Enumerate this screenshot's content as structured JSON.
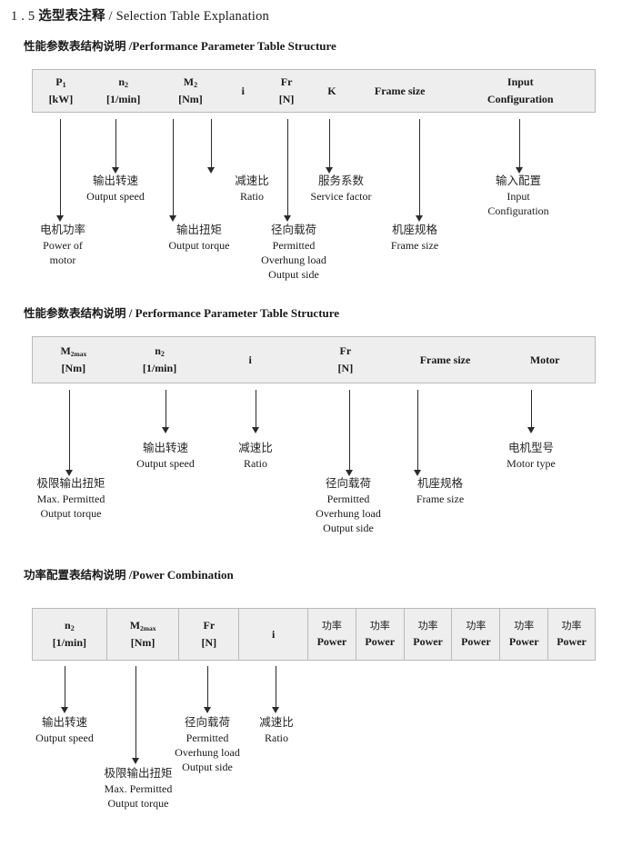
{
  "document": {
    "section_number": "1 . 5",
    "title_cn": "选型表注释",
    "title_sep": "/",
    "title_en": "Selection Table Explanation"
  },
  "sections": [
    {
      "heading_cn": "性能参数表结构说明",
      "heading_sep": "/",
      "heading_en": "Performance Parameter Table Structure",
      "table": {
        "ruled": false,
        "columns": [
          {
            "symbol": "P",
            "sub": "1",
            "unit": "[kW]"
          },
          {
            "symbol": "n",
            "sub": "2",
            "unit": "[1/min]"
          },
          {
            "symbol": "M",
            "sub": "2",
            "unit": "[Nm]"
          },
          {
            "symbol": "i",
            "sub": "",
            "unit": ""
          },
          {
            "symbol": "Fr",
            "sub": "",
            "unit": "[N]"
          },
          {
            "symbol": "K",
            "sub": "",
            "unit": ""
          },
          {
            "symbol": "Frame size",
            "sub": "",
            "unit": ""
          },
          {
            "symbol": "Input",
            "sub": "",
            "unit": "Configuration"
          }
        ]
      },
      "annotations": [
        {
          "cn": "电机功率",
          "en": [
            "Power of",
            "motor"
          ]
        },
        {
          "cn": "输出转速",
          "en": [
            "Output speed"
          ]
        },
        {
          "cn": "输出扭矩",
          "en": [
            "Output torque"
          ]
        },
        {
          "cn": "减速比",
          "en": [
            "Ratio"
          ]
        },
        {
          "cn": "径向载荷",
          "en": [
            "Permitted",
            "Overhung load",
            "Output side"
          ]
        },
        {
          "cn": "服务系数",
          "en": [
            "Service factor"
          ]
        },
        {
          "cn": "机座规格",
          "en": [
            "Frame size"
          ]
        },
        {
          "cn": "输入配置",
          "en": [
            "Input",
            "Configuration"
          ]
        }
      ]
    },
    {
      "heading_cn": "性能参数表结构说明",
      "heading_sep": "/",
      "heading_en": "Performance Parameter Table Structure",
      "table": {
        "ruled": false,
        "columns": [
          {
            "symbol": "M",
            "sub": "2max",
            "unit": "[Nm]"
          },
          {
            "symbol": "n",
            "sub": "2",
            "unit": "[1/min]"
          },
          {
            "symbol": "i",
            "sub": "",
            "unit": ""
          },
          {
            "symbol": "Fr",
            "sub": "",
            "unit": "[N]"
          },
          {
            "symbol": "Frame size",
            "sub": "",
            "unit": ""
          },
          {
            "symbol": "Motor",
            "sub": "",
            "unit": ""
          }
        ]
      },
      "annotations": [
        {
          "cn": "极限输出扭矩",
          "en": [
            "Max. Permitted",
            "Output  torque"
          ]
        },
        {
          "cn": "输出转速",
          "en": [
            "Output speed"
          ]
        },
        {
          "cn": "减速比",
          "en": [
            "Ratio"
          ]
        },
        {
          "cn": "径向载荷",
          "en": [
            "Permitted",
            "Overhung load",
            "Output side"
          ]
        },
        {
          "cn": "机座规格",
          "en": [
            "Frame size"
          ]
        },
        {
          "cn": "电机型号",
          "en": [
            "Motor type"
          ]
        }
      ]
    },
    {
      "heading_cn": "功率配置表结构说明",
      "heading_sep": "/",
      "heading_en": "Power Combination",
      "table": {
        "ruled": true,
        "columns": [
          {
            "symbol": "n",
            "sub": "2",
            "unit": "[1/min]"
          },
          {
            "symbol": "M",
            "sub": "2max",
            "unit": "[Nm]"
          },
          {
            "symbol": "Fr",
            "sub": "",
            "unit": "[N]"
          },
          {
            "symbol": "i",
            "sub": "",
            "unit": ""
          },
          {
            "symbol_cn": "功率",
            "symbol": "",
            "sub": "",
            "unit": "Power"
          },
          {
            "symbol_cn": "功率",
            "symbol": "",
            "sub": "",
            "unit": "Power"
          },
          {
            "symbol_cn": "功率",
            "symbol": "",
            "sub": "",
            "unit": "Power"
          },
          {
            "symbol_cn": "功率",
            "symbol": "",
            "sub": "",
            "unit": "Power"
          },
          {
            "symbol_cn": "功率",
            "symbol": "",
            "sub": "",
            "unit": "Power"
          },
          {
            "symbol_cn": "功率",
            "symbol": "",
            "sub": "",
            "unit": "Power"
          }
        ]
      },
      "annotations": [
        {
          "cn": "输出转速",
          "en": [
            "Output speed"
          ]
        },
        {
          "cn": "极限输出扭矩",
          "en": [
            "Max. Permitted",
            "Output  torque"
          ]
        },
        {
          "cn": "径向载荷",
          "en": [
            "Permitted",
            "Overhung load",
            "Output side"
          ]
        },
        {
          "cn": "减速比",
          "en": [
            "Ratio"
          ]
        }
      ]
    }
  ]
}
